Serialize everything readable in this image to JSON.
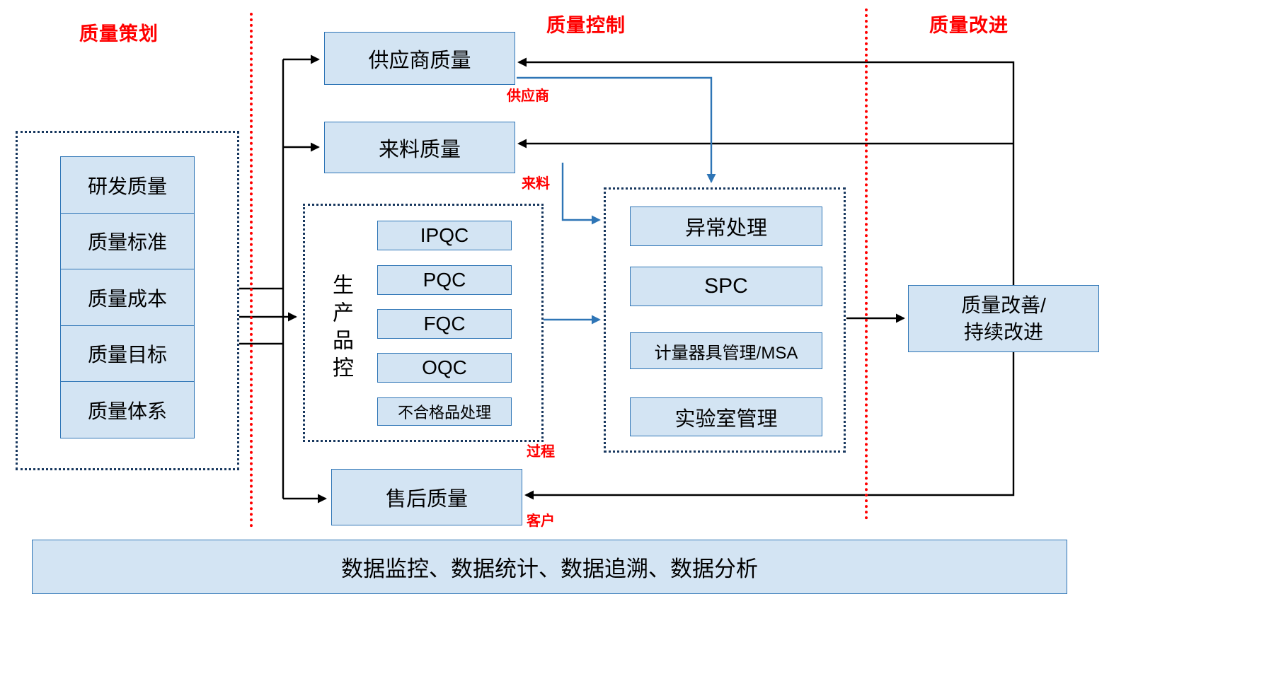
{
  "headers": {
    "planning": "质量策划",
    "control": "质量控制",
    "improvement": "质量改进"
  },
  "planning": {
    "items": [
      "研发质量",
      "质量标准",
      "质量成本",
      "质量目标",
      "质量体系"
    ]
  },
  "control": {
    "supplier_box": "供应商质量",
    "supplier_tag": "供应商",
    "incoming_box": "来料质量",
    "incoming_tag": "来料",
    "production": {
      "title": "生产品控",
      "items": [
        "IPQC",
        "PQC",
        "FQC",
        "OQC",
        "不合格品处理"
      ],
      "tag": "过程"
    },
    "analysis": {
      "items": [
        "异常处理",
        "SPC",
        "计量器具管理/MSA",
        "实验室管理"
      ]
    },
    "aftersales_box": "售后质量",
    "customer_tag": "客户"
  },
  "improvement": {
    "box": "质量改善/\n持续改进"
  },
  "footer": "数据监控、数据统计、数据追溯、数据分析",
  "colors": {
    "box_fill": "#d3e4f3",
    "box_border": "#2e75b6",
    "group_border": "#17375e",
    "divider_red": "#ff0000",
    "arrow_black": "#000000",
    "arrow_blue": "#2e75b6"
  }
}
